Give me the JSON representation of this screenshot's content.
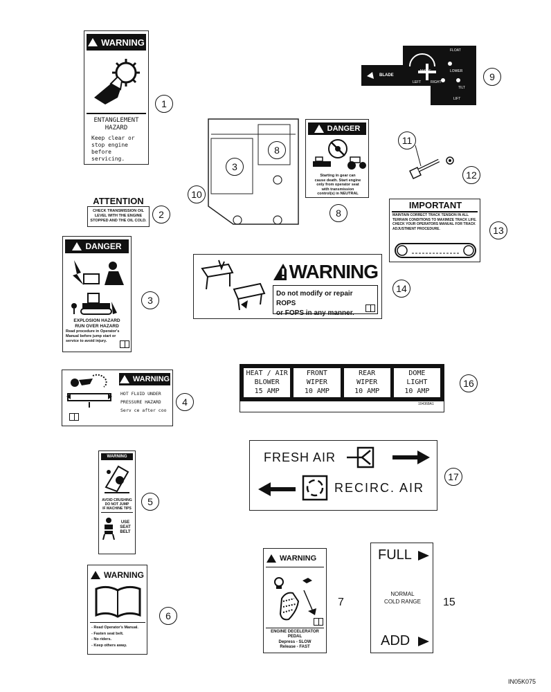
{
  "decal1": {
    "header": "WARNING",
    "title": "ENTANGLEMENT\nHAZARD",
    "body": "Keep clear or\nstop engine before\nservicing.",
    "callout": "1"
  },
  "decal2": {
    "header": "ATTENTION",
    "body": "CHECK TRANSMISSION OIL LEVEL WITH THE ENGINE STOPPED AND THE OIL COLD.",
    "callout": "2"
  },
  "decal3": {
    "header": "DANGER",
    "title": "EXPLOSION HAZARD\nRUN OVER HAZARD",
    "body": "Read procedure in Operator's Manual before jump start or service to avoid injury.",
    "callout": "3"
  },
  "decal4": {
    "header": "WARNING",
    "body": "HOT FLUID UNDER\nPRESSURE HAZARD\nServ ce after coo",
    "callout": "4"
  },
  "decal5": {
    "header": "WARNING",
    "title": "AVOID CRUSHING\nDO NOT JUMP\nIF MACHINE TIPS",
    "belt": "USE\nSEAT\nBELT",
    "callout": "5"
  },
  "decal6": {
    "header": "WARNING",
    "body": "- Read Operator's Manual.\n- Fasten seat belt.\n- No riders.\n- Keep others away.",
    "callout": "6"
  },
  "decal7": {
    "header": "WARNING",
    "title": "ENGINE DECELERATOR\nPEDAL",
    "body": "Depress - SLOW\nRelease - FAST",
    "callout": "7"
  },
  "decal8": {
    "header": "DANGER",
    "body": "Starting in gear can\ncause death. Start engine\nonly from operator seat\nwith transmission\ncontrol(s) in NEUTRAL",
    "callout": "8"
  },
  "panel": {
    "inner_callout_3": "3",
    "inner_callout_8": "8",
    "callout": "10"
  },
  "decal9": {
    "blade": "BLADE",
    "labels": [
      "FLOAT",
      "ANGLE",
      "LOWER",
      "LEFT",
      "RIGHT",
      "TILT",
      "LIFT"
    ],
    "callout": "9"
  },
  "bolt": {
    "callout_11": "11",
    "callout_12": "12"
  },
  "decal13": {
    "header": "IMPORTANT",
    "body": "MAINTAIN CORRECT TRACK TENSION IN ALL TERRAIN CONDITIONS TO MAXIMIZE TRACK LIFE.\nCHECK YOUR OPERATORS MANUAL FOR TRACK ADJUSTMENT PROCEDURE.",
    "callout": "13"
  },
  "decal14": {
    "header": "WARNING",
    "body": "Do not modify or repair ROPS\nor FOPS in any manner.",
    "callout": "14"
  },
  "decal16": {
    "cells": [
      "HEAT / AIR\nBLOWER\n15 AMP",
      "FRONT\nWIPER\n10 AMP",
      "REAR\nWIPER\n10 AMP",
      "DOME\nLIGHT\n10 AMP"
    ],
    "code": "104368A1",
    "callout": "16"
  },
  "decal17": {
    "fresh": "FRESH AIR",
    "recirc": "RECIRC. AIR",
    "callout": "17"
  },
  "decal15": {
    "full": "FULL",
    "normal": "NORMAL\nCOLD RANGE",
    "add": "ADD",
    "callout": "15"
  },
  "figure_id": "IN05K075"
}
